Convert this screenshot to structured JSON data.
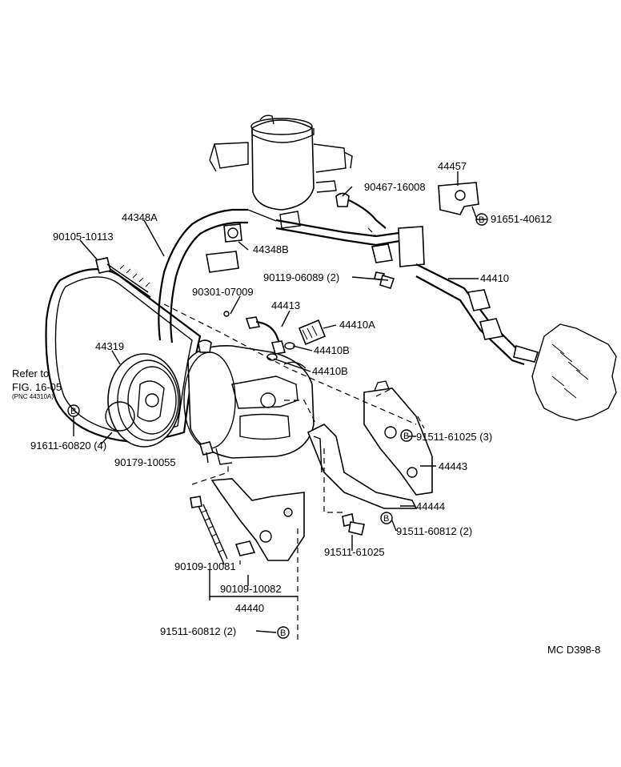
{
  "parts": {
    "p44457": "44457",
    "p90467": "90467-16008",
    "p91651": "91651-40612",
    "p44348A": "44348A",
    "p90105": "90105-10113",
    "p44348B": "44348B",
    "p90119": "90119-06089 (2)",
    "p44410": "44410",
    "p90301": "90301-07009",
    "p44413": "44413",
    "p44410A": "44410A",
    "p44319": "44319",
    "p44410B_1": "44410B",
    "p44410B_2": "44410B",
    "p91611": "91611-60820 (4)",
    "p91511_3": "91511-61025 (3)",
    "p90179": "90179-10055",
    "p44443": "44443",
    "p44444": "44444",
    "p91511_60812_2a": "91511-60812 (2)",
    "p91511_61025": "91511-61025",
    "p90109_81": "90109-10081",
    "p90109_82": "90109-10082",
    "p44440": "44440",
    "p91511_60812_2b": "91511-60812 (2)"
  },
  "refer": {
    "line1": "Refer to",
    "line2": "FIG. 16-05",
    "line3": "(PNC 44310A)"
  },
  "badge": "B",
  "code": "MC D398-8"
}
